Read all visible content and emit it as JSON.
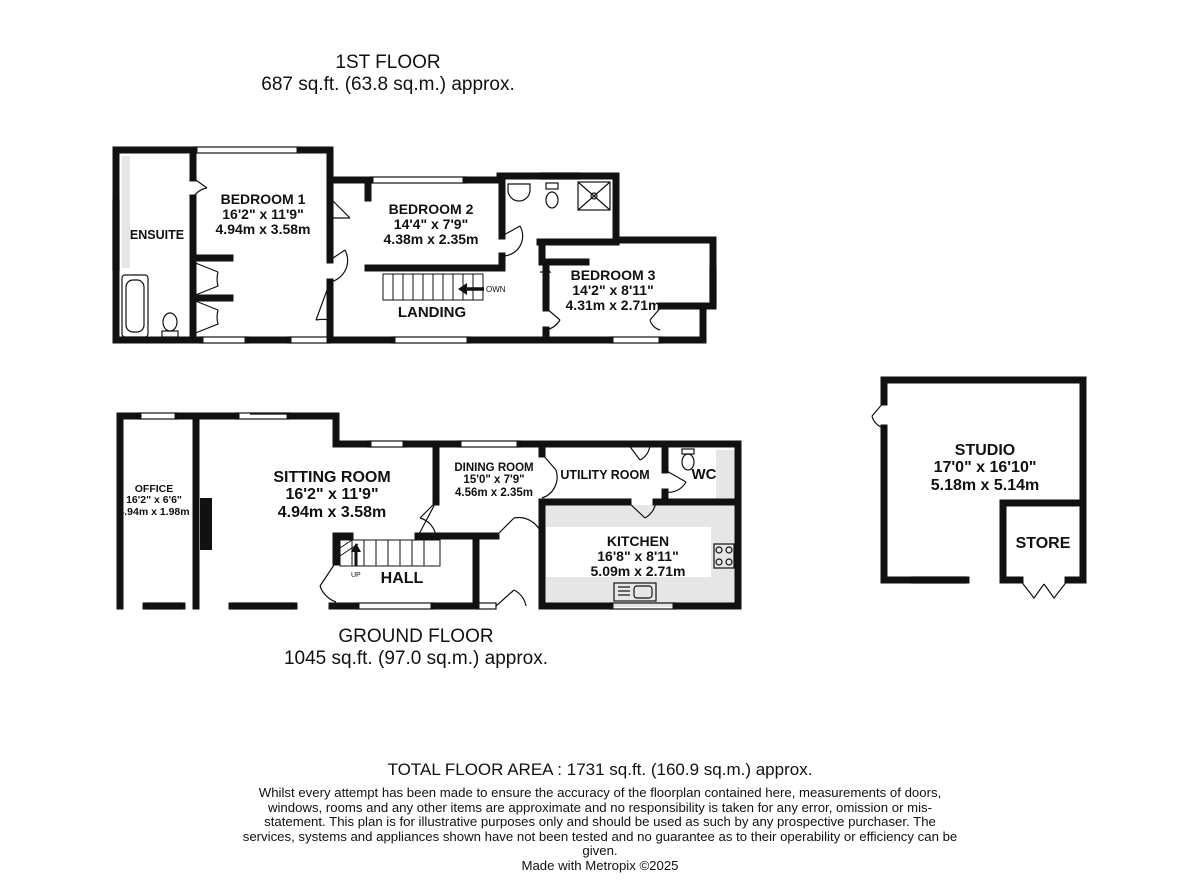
{
  "first_floor": {
    "title": "1ST FLOOR",
    "area": "687 sq.ft. (63.8 sq.m.) approx.",
    "rooms": [
      {
        "name": "BEDROOM 1",
        "imperial": "16'2\" x 11'9\"",
        "metric": "4.94m x 3.58m"
      },
      {
        "name": "ENSUITE"
      },
      {
        "name": "BEDROOM 2",
        "imperial": "14'4\" x 7'9\"",
        "metric": "4.38m x 2.35m"
      },
      {
        "name": "BEDROOM 3",
        "imperial": "14'2\" x 8'11\"",
        "metric": "4.31m x 2.71m"
      },
      {
        "name": "LANDING"
      }
    ],
    "stair_label": "OWN"
  },
  "ground_floor": {
    "title": "GROUND FLOOR",
    "area": "1045 sq.ft. (97.0 sq.m.) approx.",
    "rooms": [
      {
        "name": "OFFICE",
        "imperial": "16'2\" x 6'6\"",
        "metric": "4.94m x 1.98m"
      },
      {
        "name": "SITTING ROOM",
        "imperial": "16'2\" x 11'9\"",
        "metric": "4.94m x 3.58m"
      },
      {
        "name": "DINING ROOM",
        "imperial": "15'0\" x 7'9\"",
        "metric": "4.56m x 2.35m"
      },
      {
        "name": "UTILITY ROOM"
      },
      {
        "name": "WC"
      },
      {
        "name": "KITCHEN",
        "imperial": "16'8\" x 8'11\"",
        "metric": "5.09m x 2.71m"
      },
      {
        "name": "HALL"
      }
    ],
    "stair_label": "UP"
  },
  "outbuilding": {
    "rooms": [
      {
        "name": "STUDIO",
        "imperial": "17'0\" x 16'10\"",
        "metric": "5.18m x 5.14m"
      },
      {
        "name": "STORE"
      }
    ]
  },
  "total_area": "TOTAL FLOOR AREA : 1731 sq.ft. (160.9 sq.m.) approx.",
  "disclaimer": "Whilst every attempt has been made to ensure the accuracy of the floorplan contained here, measurements of doors, windows, rooms and any other items are approximate and no responsibility is taken for any error, omission or mis-statement. This plan is for illustrative purposes only and should be used as such by any prospective purchaser. The services, systems and appliances shown have not been tested and no guarantee as to their operability or efficiency can be given.",
  "credit": "Made with Metropix ©2025"
}
